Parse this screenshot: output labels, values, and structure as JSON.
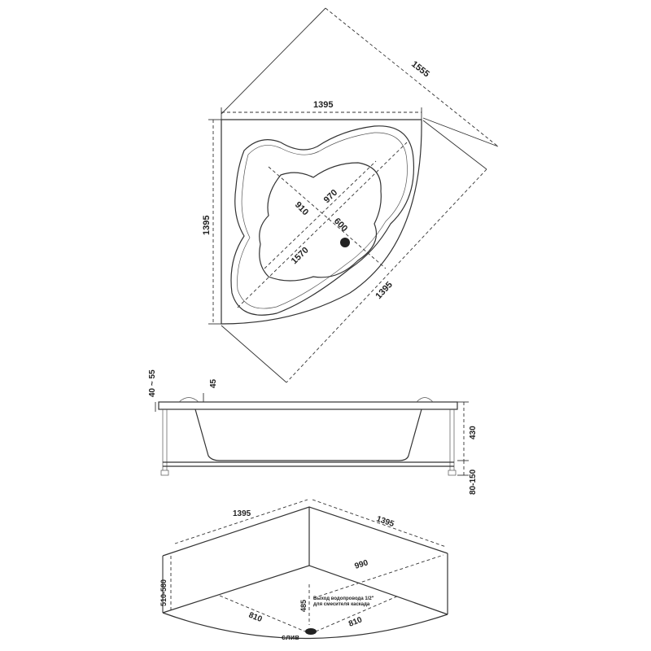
{
  "colors": {
    "line": "#333333",
    "text": "#222222",
    "background": "#ffffff",
    "drain": "#222222"
  },
  "top_view": {
    "side_top": "1395",
    "side_left": "1395",
    "diagonal_outer": "1555",
    "diagonal_front": "1395",
    "inner_long": "1570",
    "inner_970": "970",
    "inner_910": "910",
    "inner_600": "600"
  },
  "side_view": {
    "rim_height": "40 ~ 55",
    "rim_45": "45",
    "depth": "430",
    "legs": "80-150"
  },
  "iso_view": {
    "side_left": "1395",
    "side_right": "1395",
    "height": "510-580",
    "diag": "990",
    "depth_drain": "485",
    "base_left": "810",
    "base_right": "810",
    "drain_label": "слив",
    "water_note_1": "Выход водопровода 1/2\"",
    "water_note_2": "для смесителя каскада"
  }
}
